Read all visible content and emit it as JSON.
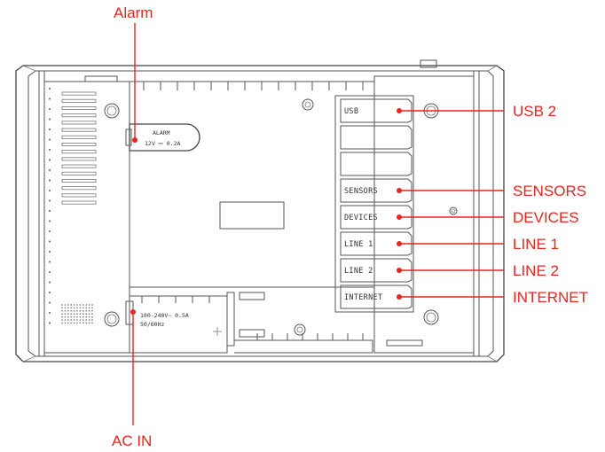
{
  "callouts": {
    "alarm": "Alarm",
    "ac_in": "AC IN",
    "usb2": "USB 2",
    "sensors": "SENSORS",
    "devices": "DEVICES",
    "line1": "LINE 1",
    "line2": "LINE 2",
    "internet": "INTERNET"
  },
  "device_labels": {
    "alarm_port": "ALARM",
    "alarm_rating": "12V ⎓ 0.2A",
    "ac_rating_1": "100-240V~ 0.5A",
    "ac_rating_2": "50/60Hz"
  },
  "ports": [
    {
      "label": "USB",
      "callout": "USB 2"
    },
    {
      "label": "",
      "callout": ""
    },
    {
      "label": "",
      "callout": ""
    },
    {
      "label": "SENSORS",
      "callout": "SENSORS"
    },
    {
      "label": "DEVICES",
      "callout": "DEVICES"
    },
    {
      "label": "LINE 1",
      "callout": "LINE 1"
    },
    {
      "label": "LINE 2",
      "callout": "LINE 2"
    },
    {
      "label": "INTERNET",
      "callout": "INTERNET"
    }
  ],
  "colors": {
    "callout": "#e8251f",
    "outline": "#555555"
  }
}
